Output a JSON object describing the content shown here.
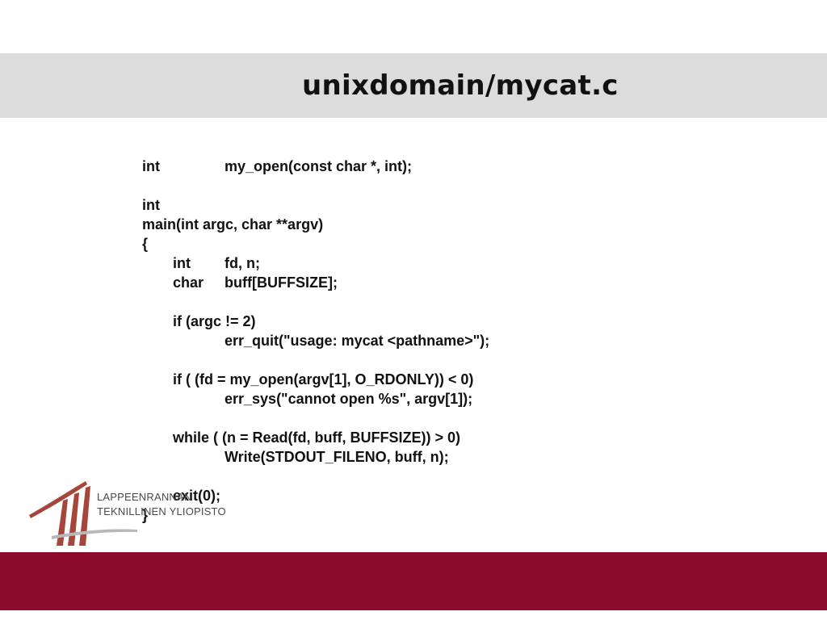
{
  "slide": {
    "title": "unixdomain/mycat.c",
    "brand_colors": {
      "title_band": "#dcdcdc",
      "footer_band": "#8c0a2a",
      "logo_red": "#a6453a"
    }
  },
  "code": {
    "lines": [
      [
        "int",
        "my_open(const char *, int);"
      ],
      [
        ""
      ],
      [
        "int"
      ],
      [
        "main(int argc, char **argv)"
      ],
      [
        "{"
      ],
      [
        "",
        "int",
        "fd, n;"
      ],
      [
        "",
        "char",
        "buff[BUFFSIZE];"
      ],
      [
        ""
      ],
      [
        "",
        "if (argc != 2)"
      ],
      [
        "",
        "",
        "err_quit(\"usage: mycat <pathname>\");"
      ],
      [
        ""
      ],
      [
        "",
        "if ( (fd = my_open(argv[1], O_RDONLY)) < 0)"
      ],
      [
        "",
        "",
        "err_sys(\"cannot open %s\", argv[1]);"
      ],
      [
        ""
      ],
      [
        "",
        "while ( (n = Read(fd, buff, BUFFSIZE)) > 0)"
      ],
      [
        "",
        "",
        "Write(STDOUT_FILENO, buff, n);"
      ],
      [
        ""
      ],
      [
        "",
        "exit(0);"
      ],
      [
        "}"
      ]
    ]
  },
  "logo": {
    "icon": "university-logo-icon",
    "line1": "LAPPEENRANNAN",
    "line2": "TEKNILLINEN YLIOPISTO"
  }
}
